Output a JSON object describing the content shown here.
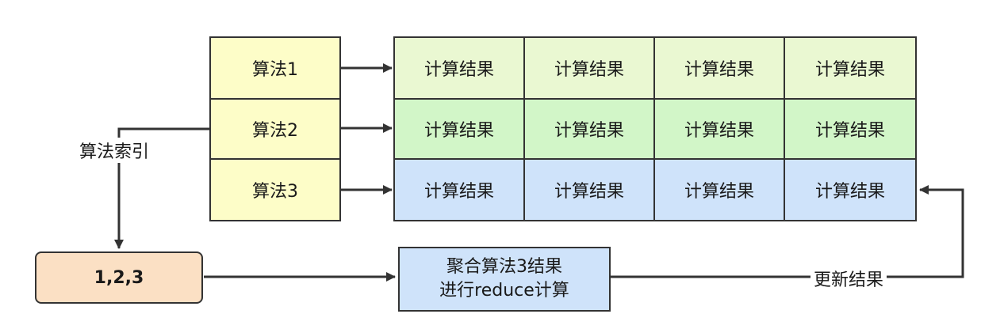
{
  "algorithms": [
    "算法1",
    "算法2",
    "算法3"
  ],
  "result_label": "计算结果",
  "index_label": "算法索引",
  "index_value": "1,2,3",
  "reduce_lines": [
    "聚合算法3结果",
    "进行reduce计算"
  ],
  "update_label": "更新结果"
}
